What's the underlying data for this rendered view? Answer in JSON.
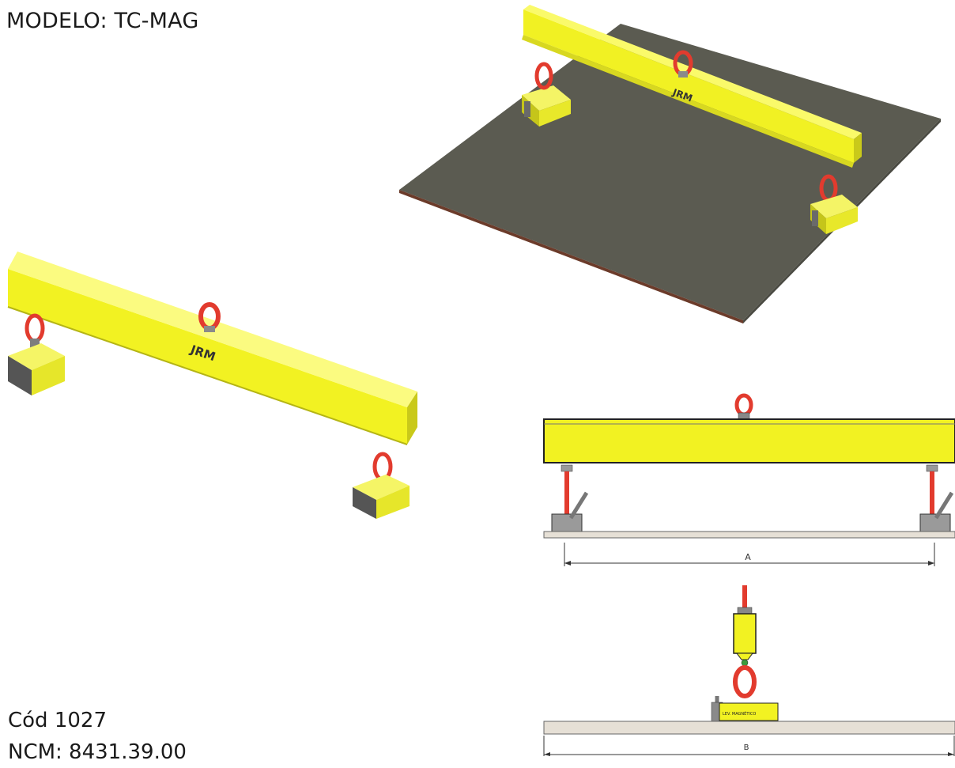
{
  "header": {
    "model": "MODELO: TC-MAG"
  },
  "footer": {
    "code": "Cód 1027",
    "ncm": "NCM: 8431.39.00"
  },
  "logo": {
    "text": "JRM"
  },
  "front_view": {
    "dimension_label": "A"
  },
  "side_view": {
    "magnet_label": "LEV. MAGNÉTICO",
    "dimension_label": "B"
  },
  "colors": {
    "beam_yellow": "#f2f222",
    "beam_shadow": "#c9c91a",
    "shackle_red": "#e23b2e",
    "plate_gray": "#5a5a50",
    "plate_edge": "#6b3b2a",
    "steel_gray": "#7d7d7d"
  }
}
